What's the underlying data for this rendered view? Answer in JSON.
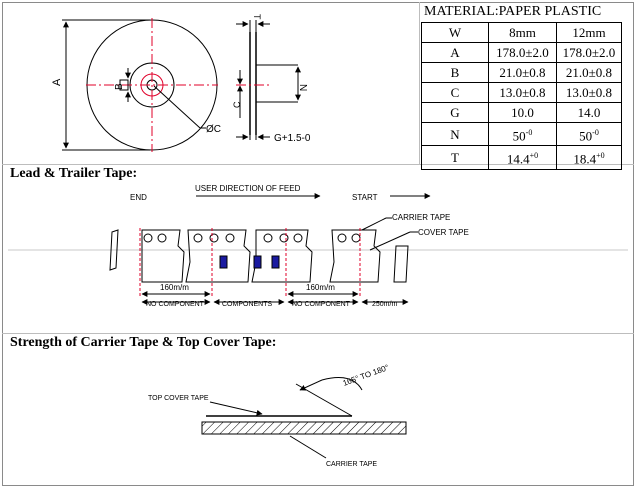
{
  "material": {
    "title": "MATERIAL:PAPER PLASTIC"
  },
  "spec_table": {
    "header": [
      "W",
      "8mm",
      "12mm"
    ],
    "rows": [
      [
        "A",
        "178.0±2.0",
        "178.0±2.0"
      ],
      [
        "B",
        "21.0±0.8",
        "21.0±0.8"
      ],
      [
        "C",
        "13.0±0.8",
        "13.0±0.8"
      ],
      [
        "G",
        "10.0",
        "14.0"
      ],
      [
        "N",
        "50",
        "50"
      ],
      [
        "T",
        "14.4",
        "18.4"
      ]
    ],
    "superscripts": {
      "N": [
        "-0",
        "-0"
      ],
      "T": [
        "+0",
        "+0"
      ]
    }
  },
  "reel": {
    "label_A": "A",
    "label_B": "B",
    "label_C": "C",
    "label_C2": "ØC",
    "label_N": "N",
    "label_G": "G+1.5-0",
    "label_T": "T"
  },
  "sections": {
    "lead_trailer": "Lead & Trailer Tape:",
    "strength": "Strength of Carrier Tape & Top Cover Tape:"
  },
  "lead_tape": {
    "end": "END",
    "start": "START",
    "direction": "USER DIRECTION OF FEED",
    "carrier": "CARRIER TAPE",
    "cover": "COVER TAPE",
    "len1": "160m/m",
    "len2": "160m/m",
    "seg_no_comp_1": "NO COMPONENT",
    "seg_comp": "COMPONENTS",
    "seg_no_comp_2": "NO COMPONENT",
    "seg_250": "250m/m"
  },
  "strength": {
    "top_cover": "TOP COVER TAPE",
    "carrier": "CARRIER TAPE",
    "angle": "165° TO 180°"
  },
  "colors": {
    "center_line": "#e0002a",
    "component": "#1a1aa0",
    "frame": "#8a8a8a"
  }
}
